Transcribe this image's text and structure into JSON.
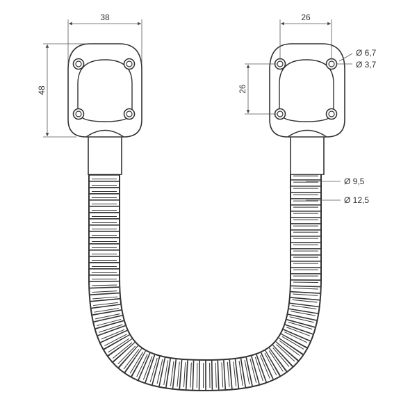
{
  "dimensions": {
    "plate_width": "38",
    "plate_height": "48",
    "hole_spacing_horizontal": "26",
    "hole_spacing_vertical": "26",
    "hole_outer_diameter": "Ø 6,7",
    "hole_inner_diameter": "Ø 3,7",
    "hose_inner_diameter": "Ø 9,5",
    "hose_outer_diameter": "Ø 12,5"
  },
  "colors": {
    "line": "#333333",
    "background": "#ffffff"
  }
}
